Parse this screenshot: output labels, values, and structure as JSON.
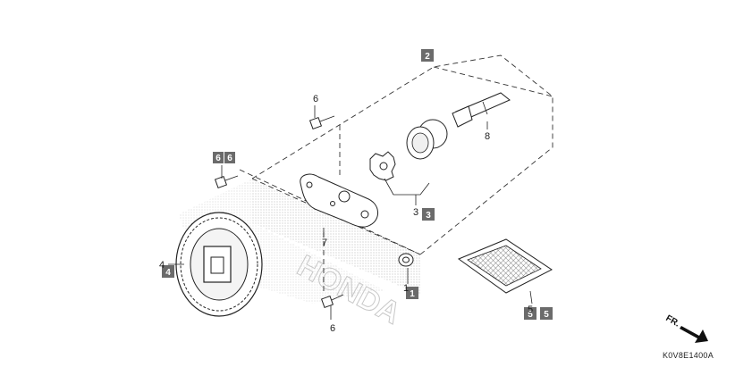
{
  "diagram": {
    "code": "K0V8E1400A",
    "direction_label": "FR.",
    "watermark": "HONDA",
    "colors": {
      "tag_fill": "#6b6b6b",
      "line": "#222222",
      "hatch": "#b8b8b8"
    },
    "callouts": [
      {
        "id": "c1",
        "label": "1"
      },
      {
        "id": "c3",
        "label": "3"
      },
      {
        "id": "c4",
        "label": "4"
      },
      {
        "id": "c5",
        "label": "5"
      },
      {
        "id": "c6a",
        "label": "6"
      },
      {
        "id": "c6b",
        "label": "6"
      },
      {
        "id": "c7",
        "label": "7"
      },
      {
        "id": "c8",
        "label": "8"
      }
    ],
    "tags": [
      {
        "id": "t2",
        "label": "2"
      },
      {
        "id": "t3",
        "label": "3"
      },
      {
        "id": "t4",
        "label": "4"
      },
      {
        "id": "t5a",
        "label": "5"
      },
      {
        "id": "t5b",
        "label": "5"
      },
      {
        "id": "t6a",
        "label": "6"
      },
      {
        "id": "t6b",
        "label": "6"
      },
      {
        "id": "t1",
        "label": "1"
      }
    ],
    "parts": [
      {
        "name": "oil-pump-gear-icon",
        "ref": "4"
      },
      {
        "name": "pump-cover-icon",
        "ref": "7"
      },
      {
        "name": "inner-rotor-icon",
        "ref": "3"
      },
      {
        "name": "outer-rotor-icon",
        "ref": "3"
      },
      {
        "name": "pump-shaft-icon",
        "ref": "8"
      },
      {
        "name": "bolt-icon",
        "ref": "6"
      },
      {
        "name": "washer-icon",
        "ref": "1"
      },
      {
        "name": "oil-strainer-screen-icon",
        "ref": "5"
      }
    ]
  }
}
